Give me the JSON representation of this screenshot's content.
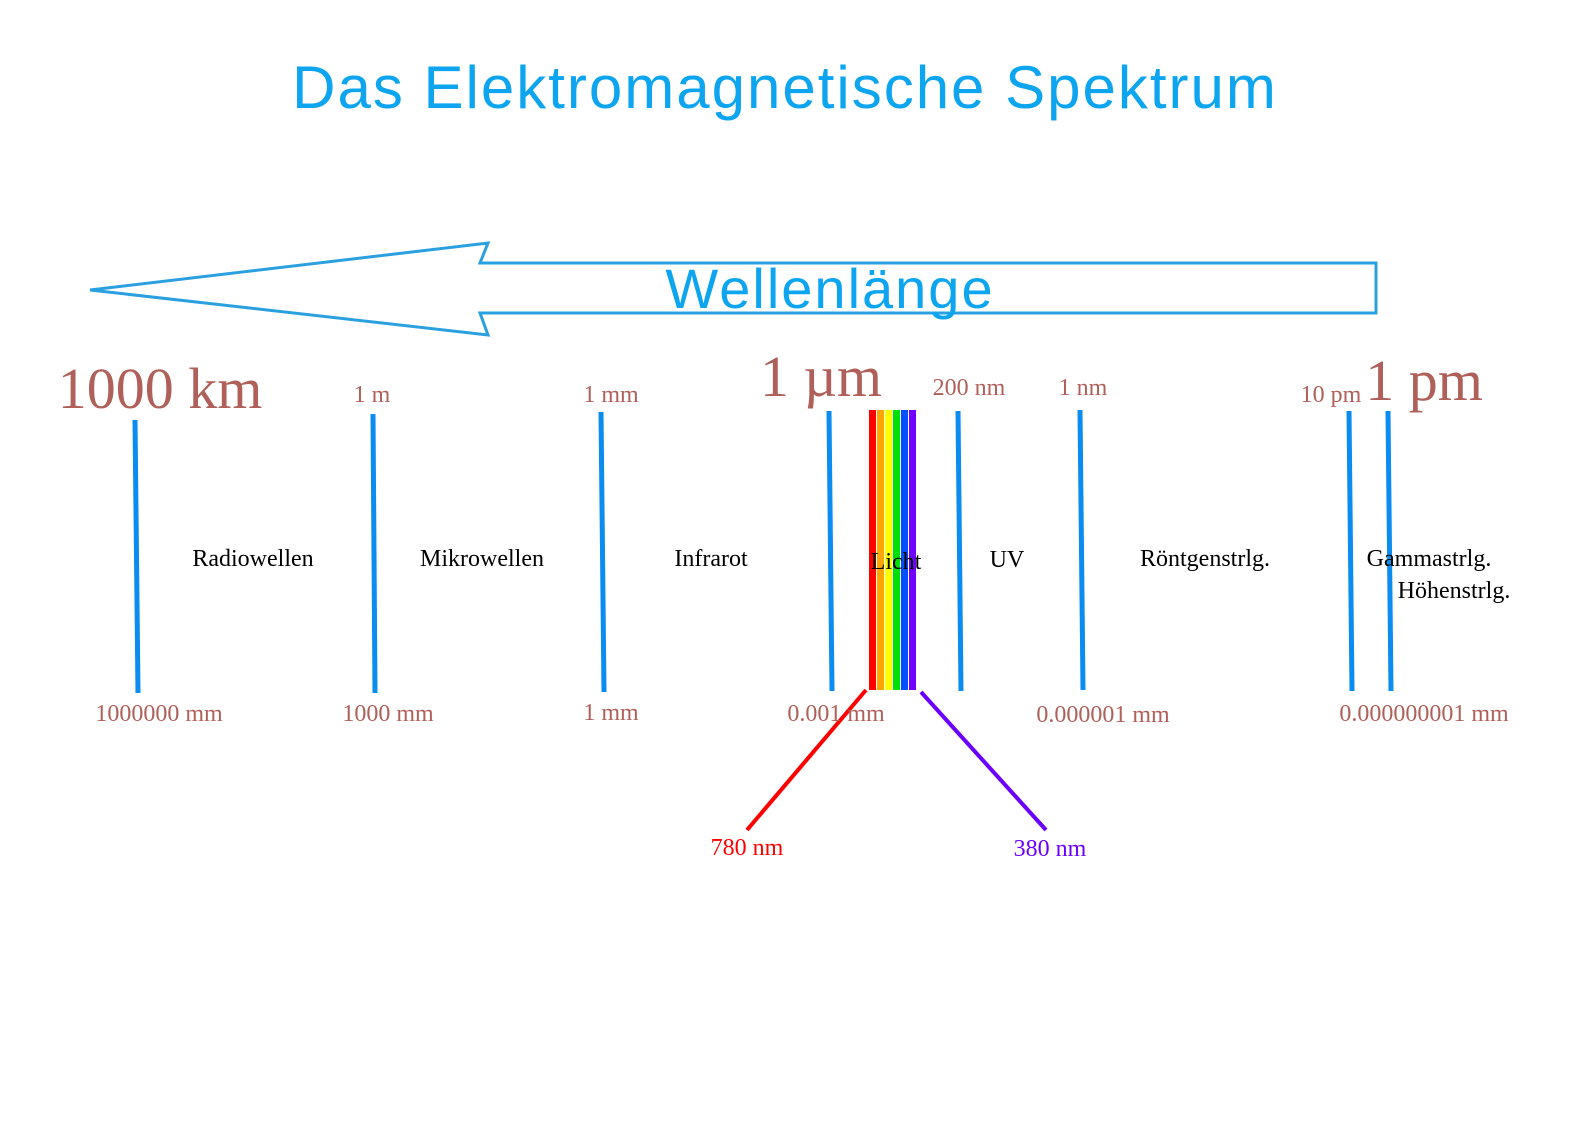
{
  "title": "Das Elektromagnetische Spektrum",
  "arrow": {
    "label": "Wellenlänge",
    "direction": "left",
    "color": "#2aa0e0"
  },
  "colors": {
    "title": "#0ea5f0",
    "tick": "#0a8cf0",
    "unit_label": "#b0605a",
    "band_label": "#000000",
    "red": "#ff0000",
    "violet": "#6a00ff"
  },
  "ticks": [
    {
      "top_label": "1000 km",
      "top_large": true,
      "bottom_label": "1000000 mm"
    },
    {
      "top_label": "1 m",
      "top_large": false,
      "bottom_label": "1000 mm"
    },
    {
      "top_label": "1 mm",
      "top_large": false,
      "bottom_label": "1 mm"
    },
    {
      "top_label": "1 µm",
      "top_large": true,
      "bottom_label": "0.001 mm"
    },
    {
      "top_label": "200 nm",
      "top_large": false,
      "bottom_label": ""
    },
    {
      "top_label": "1 nm",
      "top_large": false,
      "bottom_label": "0.000001 mm"
    },
    {
      "top_label": "10 pm",
      "top_large": false,
      "bottom_label": ""
    },
    {
      "top_label": "1 pm",
      "top_large": true,
      "bottom_label": "0.000000001 mm"
    }
  ],
  "bands": [
    "Radiowellen",
    "Mikrowellen",
    "Infrarot",
    "Licht",
    "UV",
    "Röntgenstrlg.",
    "Gammastrlg.",
    "Höhenstrlg."
  ],
  "visible_spectrum": {
    "stripe_colors": [
      "#ff0000",
      "#ffa500",
      "#ffff00",
      "#00e000",
      "#0050ff",
      "#7000ff"
    ],
    "red_end_label": "780 nm",
    "violet_end_label": "380 nm"
  }
}
